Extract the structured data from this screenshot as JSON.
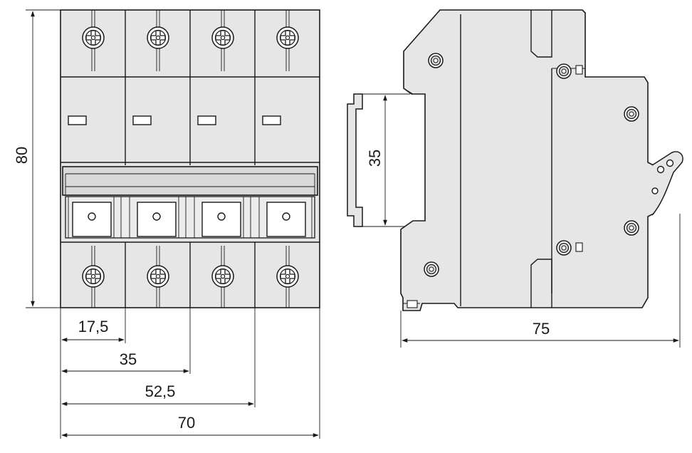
{
  "dimensions": {
    "height_total": "80",
    "din_rail": "35",
    "depth_total": "75",
    "width_1": "17,5",
    "width_2": "35",
    "width_3": "52,5",
    "width_4": "70"
  }
}
